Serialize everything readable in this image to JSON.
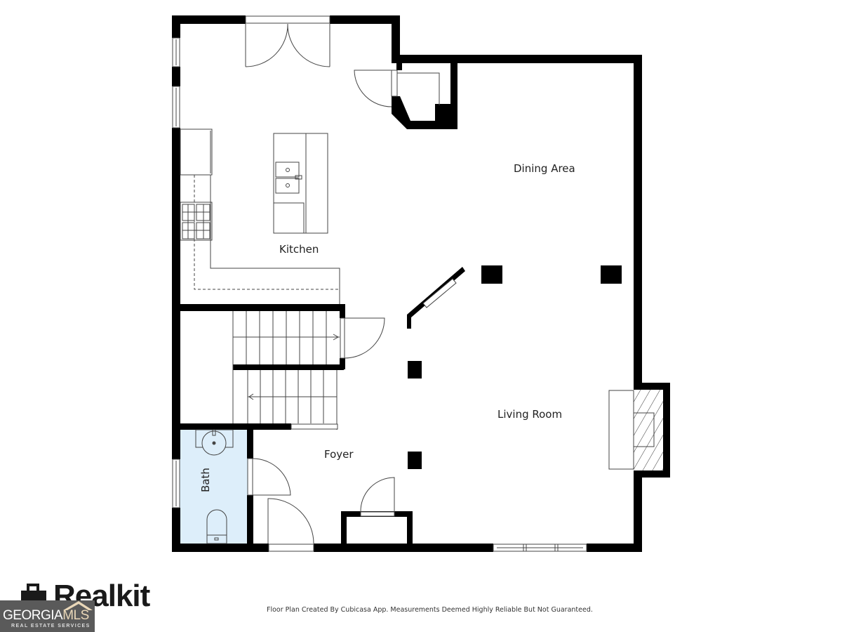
{
  "floor_plan": {
    "rooms": [
      {
        "name": "Kitchen",
        "label": "Kitchen"
      },
      {
        "name": "Dining Area",
        "label": "Dining Area"
      },
      {
        "name": "Living Room",
        "label": "Living Room"
      },
      {
        "name": "Foyer",
        "label": "Foyer"
      },
      {
        "name": "Bath",
        "label": "Bath"
      }
    ],
    "colors": {
      "wall": "#000000",
      "bath_fill": "#ddeefa",
      "fixture_line": "#444444"
    }
  },
  "footer": {
    "disclaimer": "Floor Plan Created By Cubicasa App. Measurements Deemed Highly Reliable But Not Guaranteed.",
    "brand_realkit": "Realkit",
    "brand_gmls_main": "GEORGIA",
    "brand_gmls_accent": "MLS",
    "brand_gmls_sub": "REAL ESTATE SERVICES"
  }
}
